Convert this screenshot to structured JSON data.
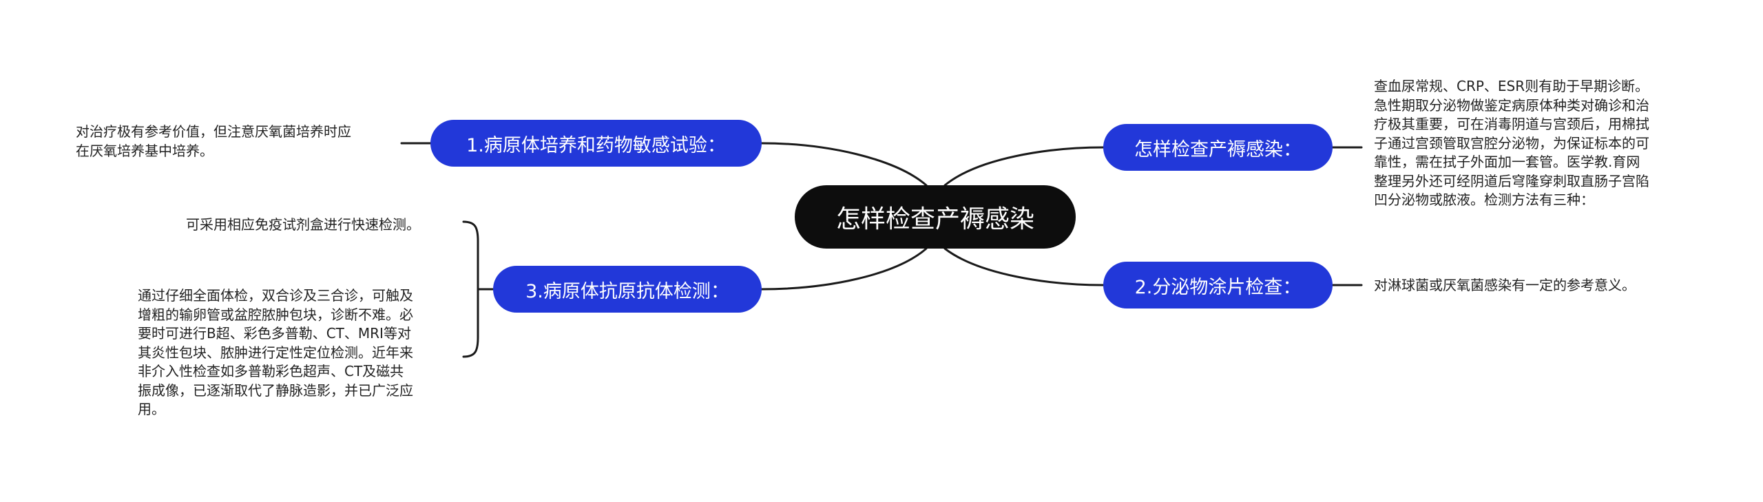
{
  "central": "怎样检查产褥感染",
  "branches": {
    "culture": "1.病原体培养和药物敏感试验：",
    "antigen": "3.病原体抗原抗体检测：",
    "how": "怎样检查产褥感染：",
    "smear": "2.分泌物涂片检查："
  },
  "notes": {
    "culture": [
      "对治疗极有参考价值，但注意厌氧菌培养时应",
      "在厌氧培养基中培养。"
    ],
    "antigen_1": [
      "可采用相应免疫试剂盒进行快速检测。"
    ],
    "antigen_2": [
      "通过仔细全面体检，双合诊及三合诊，可触及",
      "增粗的输卵管或盆腔脓肿包块，诊断不难。必",
      "要时可进行B超、彩色多普勒、CT、MRI等对",
      "其炎性包块、脓肿进行定性定位检测。近年来",
      "非介入性检查如多普勒彩色超声、CT及磁共",
      "振成像，已逐渐取代了静脉造影，并已广泛应",
      "用。"
    ],
    "how": [
      "查血尿常规、CRP、ESR则有助于早期诊断。",
      "急性期取分泌物做鉴定病原体种类对确诊和治",
      "疗极其重要，可在消毒阴道与宫颈后，用棉拭",
      "子通过宫颈管取宫腔分泌物，为保证标本的可",
      "靠性，需在拭子外面加一套管。医学教.育网",
      "整理另外还可经阴道后穹隆穿刺取直肠子宫陷",
      "凹分泌物或脓液。检测方法有三种："
    ],
    "smear": [
      "对淋球菌或厌氧菌感染有一定的参考意义。"
    ]
  }
}
